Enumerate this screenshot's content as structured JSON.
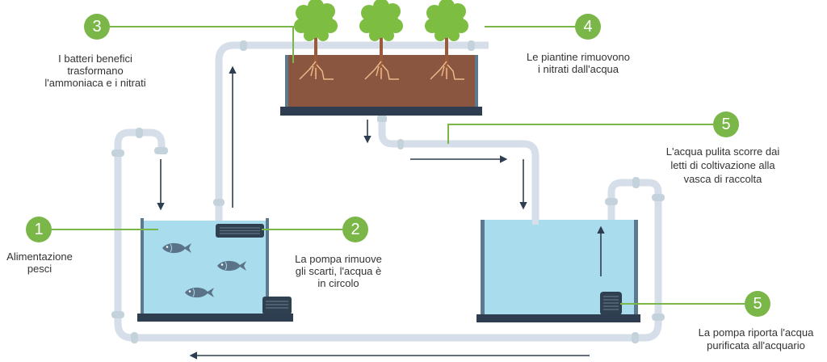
{
  "title": "Acquaponica: ciclo dell'acqua",
  "colors": {
    "accent_green": "#7ab648",
    "pipe": "#d6dfe9",
    "water": "#a9dcec",
    "tank_wall": "#5b7a8f",
    "base": "#2e3e50",
    "soil": "#8b5640",
    "plant": "#7cbd42",
    "fish": "#5b7389"
  },
  "steps": [
    {
      "number": "1",
      "lines": [
        "Alimentazione",
        "pesci"
      ]
    },
    {
      "number": "2",
      "lines": [
        "La pompa rimuove",
        "gli scarti, l'acqua è",
        "in circolo"
      ]
    },
    {
      "number": "3",
      "lines": [
        "I batteri benefici",
        "trasformano",
        "l'ammoniaca e i nitrati"
      ]
    },
    {
      "number": "4",
      "lines": [
        "Le piantine rimuovono",
        "i nitrati dall'acqua"
      ]
    },
    {
      "number": "5",
      "lines": [
        "L'acqua pulita scorre dai",
        "letti di coltivazione alla",
        "vasca di raccolta"
      ]
    },
    {
      "number": "5",
      "lines": [
        "La pompa riporta l'acqua",
        "purificata all'acquario"
      ]
    }
  ],
  "icons": {
    "fish": "fish-icon",
    "plant": "plant-icon",
    "pump": "pump-icon",
    "arrow": "flow-arrow-icon"
  }
}
